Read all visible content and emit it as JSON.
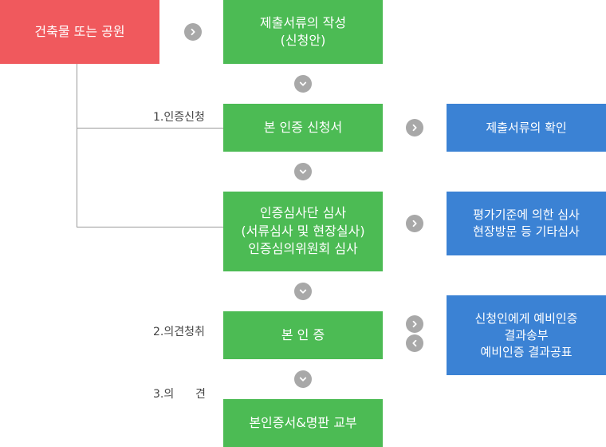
{
  "start_box": {
    "label": "건축물 또는 공원"
  },
  "steps": [
    {
      "lines": [
        "제출서류의 작성",
        "(신청안)"
      ]
    },
    {
      "lines": [
        "본 인증 신청서"
      ]
    },
    {
      "lines": [
        "인증심사단 심사",
        "(서류심사 및 현장실사)",
        "인증심의위원회 심사"
      ]
    },
    {
      "lines": [
        "본 인 증"
      ]
    },
    {
      "lines": [
        "본인증서&명판 교부"
      ]
    }
  ],
  "side_boxes": [
    {
      "lines": [
        "제출서류의 확인"
      ]
    },
    {
      "lines": [
        "평가기준에 의한 심사",
        "현장방문 등 기타심사"
      ]
    },
    {
      "lines": [
        "신청인에게 예비인증",
        "결과송부",
        "예비인증 결과공표"
      ]
    }
  ],
  "stage_labels": [
    {
      "text": "1.인증신청"
    },
    {
      "text": "2.의견청취"
    },
    {
      "text": "3.의      견"
    }
  ],
  "colors": {
    "start": "#f0595d",
    "step": "#4cbb54",
    "side": "#3b82d4",
    "arrow_circle": "#a8a8a8",
    "connector": "#9a9a9a"
  },
  "icons": {
    "right": "chevron-right-icon",
    "down": "chevron-down-icon",
    "left": "chevron-left-icon"
  }
}
